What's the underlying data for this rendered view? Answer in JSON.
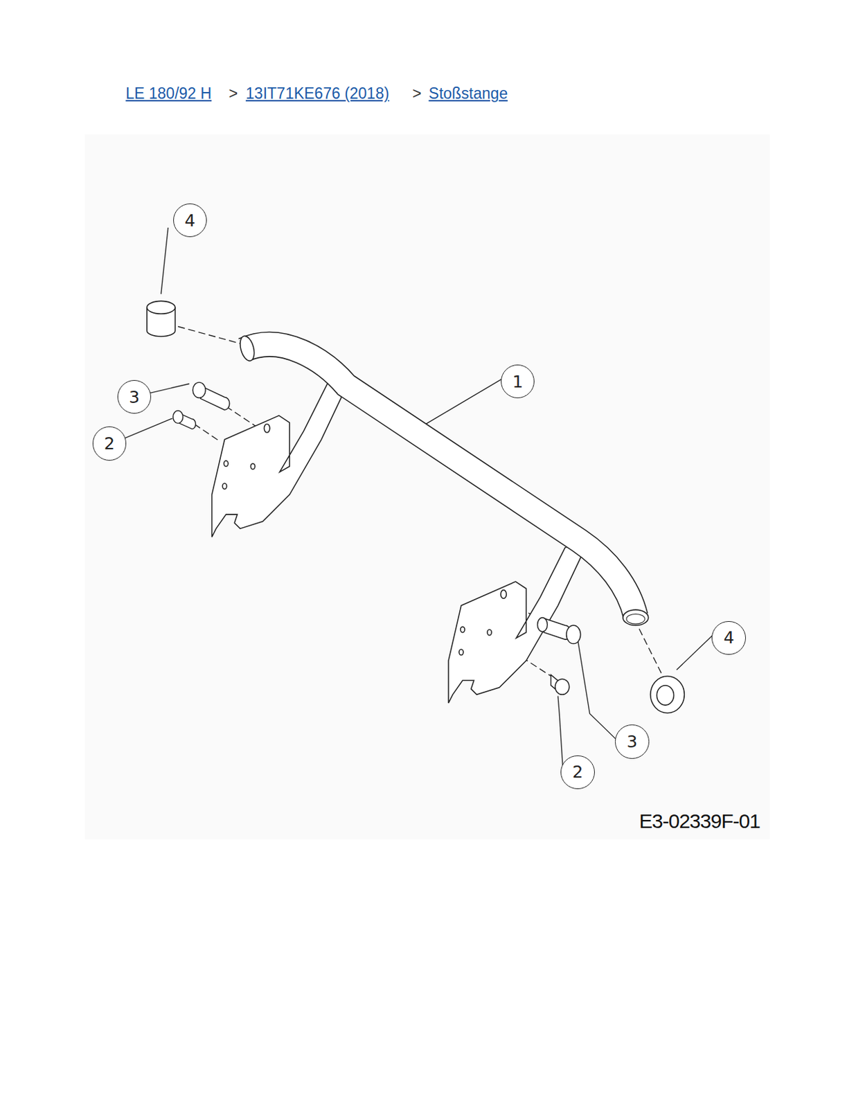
{
  "diagram": {
    "nodes": [
      {
        "text": [
          "4"
        ]
      },
      {
        "text": [
          "3"
        ]
      },
      {
        "text": [
          "2"
        ]
      },
      {
        "text": [
          "1"
        ]
      },
      {
        "text": [
          "4"
        ]
      },
      {
        "text": [
          "3"
        ]
      },
      {
        "text": [
          "2"
        ]
      }
    ],
    "labels": [
      "LE 180/92 H",
      ">",
      "13IT71KE676 (2018)",
      ">",
      "Stoßstange",
      "E3-02339F-01"
    ]
  }
}
